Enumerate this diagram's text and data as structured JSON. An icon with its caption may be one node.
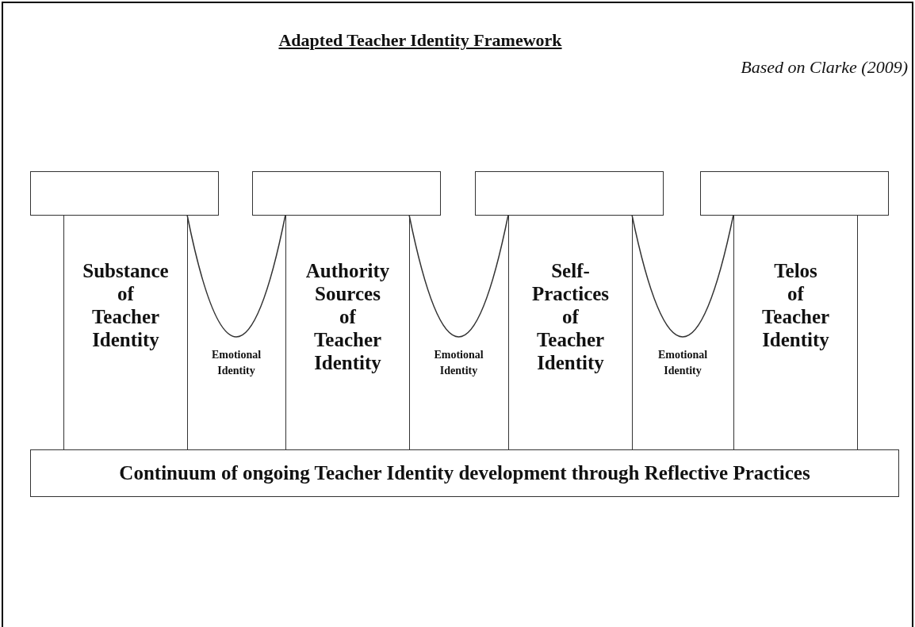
{
  "diagram": {
    "title": "Adapted Teacher Identity Framework",
    "nodes": [
      {
        "text": [],
        "shape": "box"
      },
      {
        "text": [],
        "shape": "box"
      },
      {
        "text": [],
        "shape": "box"
      },
      {
        "text": [],
        "shape": "box"
      },
      {
        "text": [
          "Substance of Teacher Identity"
        ]
      },
      {
        "text": [
          "Authority Sources of Teacher Identity"
        ]
      },
      {
        "text": [
          "Self- Practices of Teacher Identity"
        ]
      },
      {
        "text": [
          "Telos of Teacher Identity"
        ]
      },
      {
        "text": [
          "Continuum of ongoing Teacher Identity development through Reflective Practices"
        ]
      }
    ],
    "edges": [
      {
        "from": 0,
        "to": 1,
        "arrow": "none"
      },
      {
        "from": 1,
        "to": 2,
        "arrow": "none"
      },
      {
        "from": 2,
        "to": 3,
        "arrow": "none"
      }
    ],
    "labels": [
      "Based on Clarke (2009)",
      "Emotional Identity",
      "Emotional Identity",
      "Emotional Identity"
    ]
  }
}
